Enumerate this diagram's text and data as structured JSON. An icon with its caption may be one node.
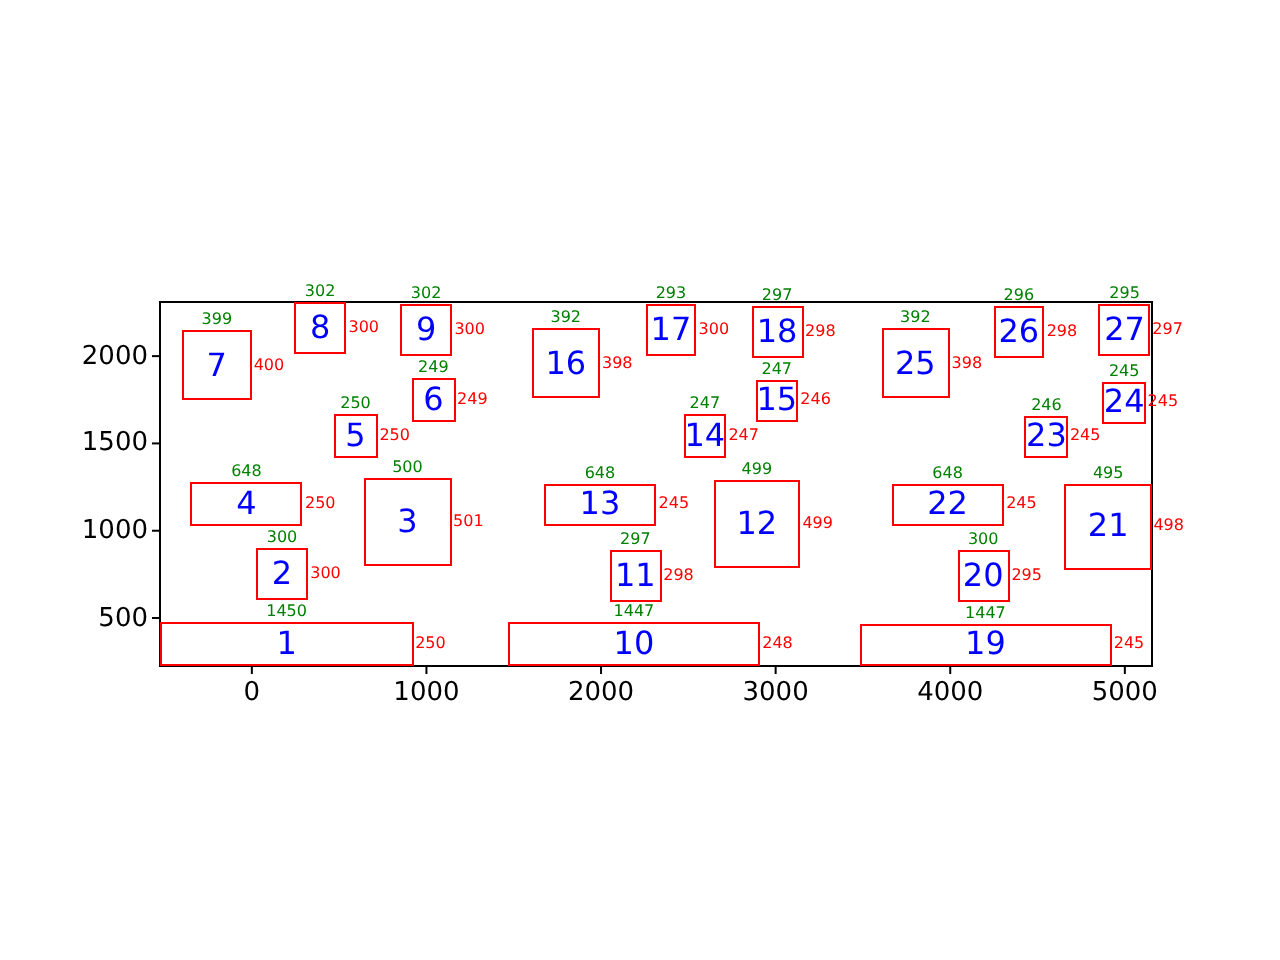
{
  "diagram": {
    "nodes": [
      {
        "text": [
          "1"
        ],
        "beside": [
          "1450",
          "250"
        ]
      },
      {
        "text": [
          "2"
        ],
        "beside": [
          "300",
          "300"
        ]
      },
      {
        "text": [
          "3"
        ],
        "beside": [
          "500",
          "501"
        ]
      },
      {
        "text": [
          "4"
        ],
        "beside": [
          "648",
          "250"
        ]
      },
      {
        "text": [
          "5"
        ],
        "beside": [
          "250",
          "250"
        ]
      },
      {
        "text": [
          "6"
        ],
        "beside": [
          "249",
          "249"
        ]
      },
      {
        "text": [
          "7"
        ],
        "beside": [
          "399",
          "400"
        ]
      },
      {
        "text": [
          "8"
        ],
        "beside": [
          "302",
          "300"
        ]
      },
      {
        "text": [
          "9"
        ],
        "beside": [
          "302",
          "300"
        ]
      },
      {
        "text": [
          "10"
        ],
        "beside": [
          "1447",
          "248"
        ]
      },
      {
        "text": [
          "11"
        ],
        "beside": [
          "297",
          "298"
        ]
      },
      {
        "text": [
          "12"
        ],
        "beside": [
          "499",
          "499"
        ]
      },
      {
        "text": [
          "13"
        ],
        "beside": [
          "648",
          "245"
        ]
      },
      {
        "text": [
          "14"
        ],
        "beside": [
          "247",
          "247"
        ]
      },
      {
        "text": [
          "15"
        ],
        "beside": [
          "247",
          "246"
        ]
      },
      {
        "text": [
          "16"
        ],
        "beside": [
          "392",
          "398"
        ]
      },
      {
        "text": [
          "17"
        ],
        "beside": [
          "293",
          "300"
        ]
      },
      {
        "text": [
          "18"
        ],
        "beside": [
          "297",
          "298"
        ]
      },
      {
        "text": [
          "19"
        ],
        "beside": [
          "1447",
          "245"
        ]
      },
      {
        "text": [
          "20"
        ],
        "beside": [
          "300",
          "295"
        ]
      },
      {
        "text": [
          "21"
        ],
        "beside": [
          "495",
          "498"
        ]
      },
      {
        "text": [
          "22"
        ],
        "beside": [
          "648",
          "245"
        ]
      },
      {
        "text": [
          "23"
        ],
        "beside": [
          "246",
          "245"
        ]
      },
      {
        "text": [
          "24"
        ],
        "beside": [
          "245",
          "245"
        ]
      },
      {
        "text": [
          "25"
        ],
        "beside": [
          "392",
          "398"
        ]
      },
      {
        "text": [
          "26"
        ],
        "beside": [
          "296",
          "298"
        ]
      },
      {
        "text": [
          "27"
        ],
        "beside": [
          "295",
          "297"
        ]
      }
    ],
    "edges": [],
    "labels": [
      "2000",
      "1500",
      "1000",
      "500",
      "0",
      "1000",
      "2000",
      "3000",
      "4000",
      "5000"
    ]
  }
}
